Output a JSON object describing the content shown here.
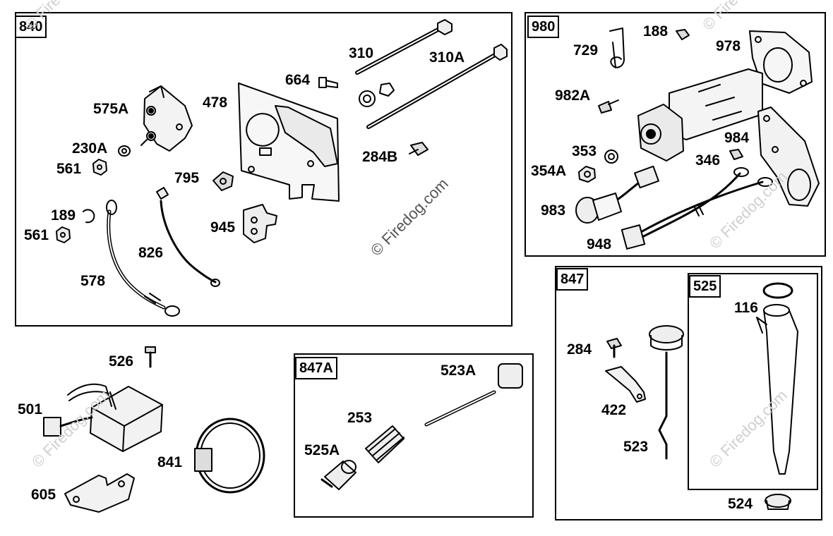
{
  "watermark": "© Firedog.com",
  "groups": {
    "g840": "840",
    "g980": "980",
    "g847": "847",
    "g847a": "847A",
    "g525": "525"
  },
  "labels": {
    "p310": "310",
    "p310a": "310A",
    "p664": "664",
    "p575a": "575A",
    "p478": "478",
    "p230a": "230A",
    "p561a": "561",
    "p284b": "284B",
    "p795": "795",
    "p189": "189",
    "p561b": "561",
    "p945": "945",
    "p826": "826",
    "p578": "578",
    "p729": "729",
    "p188": "188",
    "p978": "978",
    "p982a": "982A",
    "p353": "353",
    "p984": "984",
    "p346": "346",
    "p354a": "354A",
    "p983": "983",
    "p948": "948",
    "p526": "526",
    "p501": "501",
    "p841": "841",
    "p605": "605",
    "p523a": "523A",
    "p253": "253",
    "p525a": "525A",
    "p284": "284",
    "p422": "422",
    "p523": "523",
    "p116": "116",
    "p524": "524"
  }
}
